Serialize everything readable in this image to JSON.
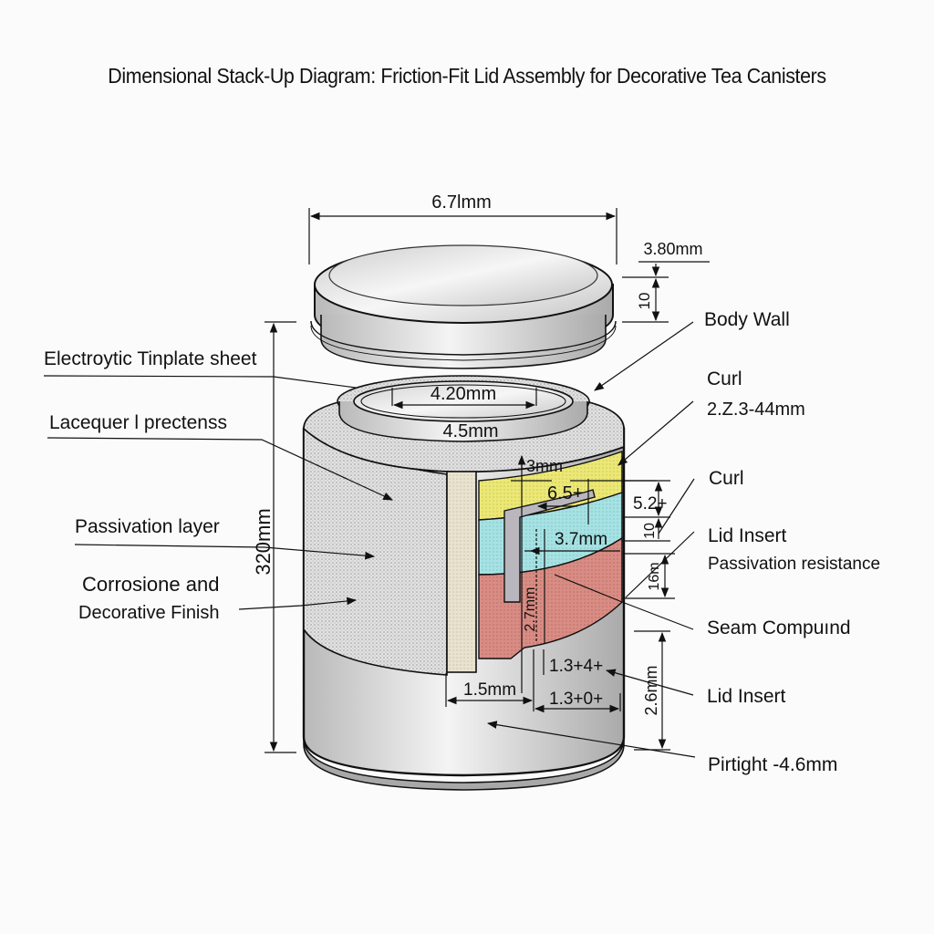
{
  "title": "Dimensional Stack-Up Diagram: Friction-Fit Lid Assembly for Decorative Tea Canisters",
  "colors": {
    "metal_light": "#f2f2f2",
    "metal_mid": "#cfcfcf",
    "metal_dark": "#a8a8a8",
    "stipple_gray": "#d6d6d6",
    "beige": "#e9e2cf",
    "yellow": "#ece876",
    "cyan": "#a6e2e4",
    "red": "#d98c84",
    "insert_gray": "#b9b6be",
    "line": "#111111"
  },
  "left_callouts": [
    {
      "text": "Electroytic Tinplate sheet"
    },
    {
      "text": "Lacequer l prectenss"
    },
    {
      "text": "Passivation layer"
    },
    {
      "text": "Corrosione and",
      "text2": "Decorative Finish"
    }
  ],
  "right_callouts": [
    {
      "text": "Body Wall"
    },
    {
      "text": "Curl",
      "text2": "2.Z.3-44mm"
    },
    {
      "text": "Curl"
    },
    {
      "text": "Lid Insert",
      "text2": "Passivation resistance"
    },
    {
      "text": "Seam Compuınd"
    },
    {
      "text": "Lid Insert"
    },
    {
      "text": "Pirtight -4.6mm"
    }
  ],
  "dimensions": {
    "overall_width": "6.7lmm",
    "lid_height_top": "3.80mm",
    "lid_height": "10",
    "overall_height": "320mm",
    "inner_diameter": "4.20mm",
    "rim_diameter": "4.5mm",
    "curl_gap": "3mm",
    "curl_offset": "6.5+",
    "stack_a": "5.2+",
    "stack_b": "10",
    "insert_depth": "3.7mm",
    "wall_depth": "2.7mm",
    "stack_c": "16m",
    "seam_gap": "1.3+4+",
    "base_left": "1.5mm",
    "base_right": "1.3+0+",
    "base_height": "2.6mm"
  }
}
